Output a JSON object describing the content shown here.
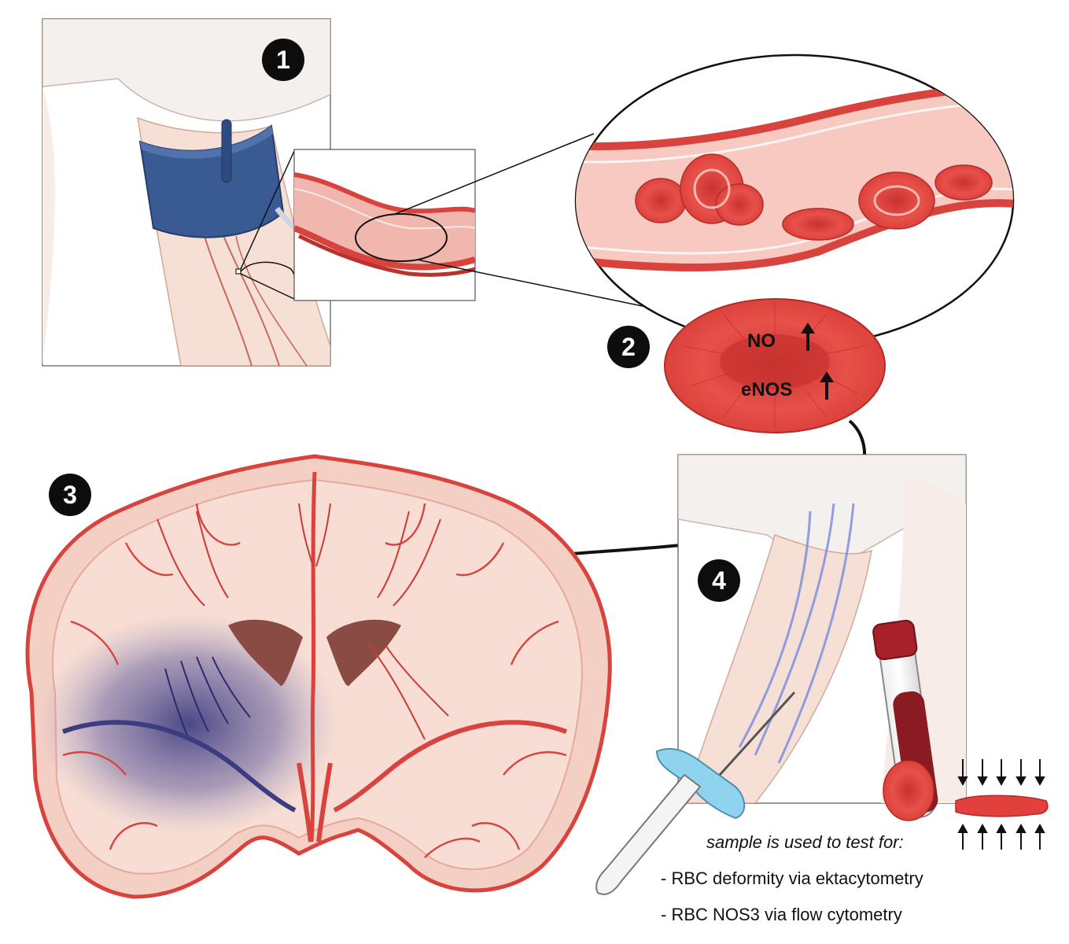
{
  "steps": {
    "step1": "1",
    "step2": "2",
    "step3": "3",
    "step4": "4"
  },
  "rbc_labels": {
    "no": "NO",
    "enos": "eNOS"
  },
  "sample": {
    "caption": "sample is used to test for:",
    "tests": [
      "- RBC deformity via ektacytometry",
      "- RBC NOS3 via flow cytometry"
    ]
  },
  "colors": {
    "rbc": "#e2403c",
    "vessel": "#d9433d",
    "cuff": "#3a5a94",
    "brain": "#f3cfc4",
    "ischemia": "#3d3d86",
    "vein": "#7f8fe0",
    "needle_hub": "#8fd3ef"
  }
}
